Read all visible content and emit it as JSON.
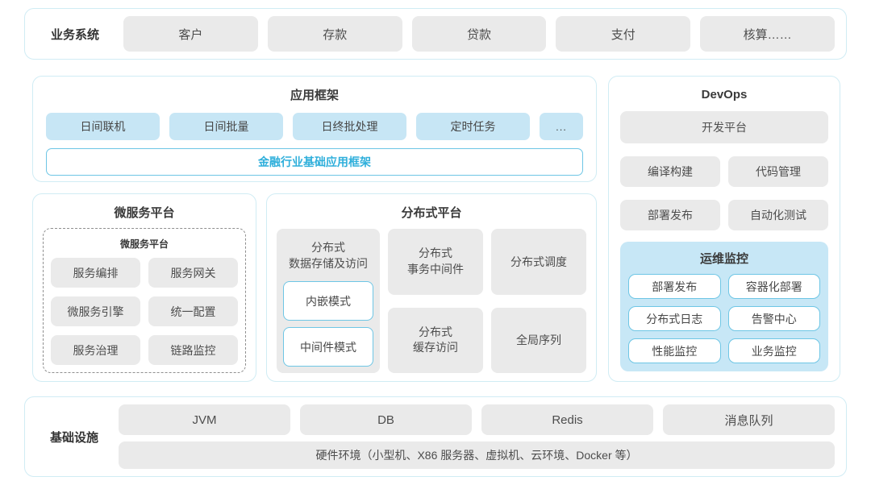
{
  "colors": {
    "section_border": "#d0ecf4",
    "box_gray": "#eaeaea",
    "box_blue": "#c7e6f5",
    "panel_blue": "#c7e7f6",
    "outline_blue": "#6ec6e5",
    "accent_text": "#2fafdb",
    "text_dark": "#3a3a3a",
    "text_item": "#4d4d4d"
  },
  "business_systems": {
    "label": "业务系统",
    "items": [
      "客户",
      "存款",
      "贷款",
      "支付",
      "核算……"
    ]
  },
  "app_framework": {
    "title": "应用框架",
    "modules": [
      "日间联机",
      "日间批量",
      "日终批处理",
      "定时任务",
      "..."
    ],
    "base": "金融行业基础应用框架"
  },
  "microservice": {
    "title": "微服务平台",
    "inner_title": "微服务平台",
    "items": [
      "服务编排",
      "服务网关",
      "微服务引擎",
      "统一配置",
      "服务治理",
      "链路监控"
    ]
  },
  "distributed": {
    "title": "分布式平台",
    "storage": {
      "label": "分布式\n数据存储及访问",
      "modes": [
        "内嵌模式",
        "中间件模式"
      ]
    },
    "cells": [
      "分布式\n事务中间件",
      "分布式调度",
      "分布式\n缓存访问",
      "全局序列"
    ]
  },
  "devops": {
    "title": "DevOps",
    "platform": "开发平台",
    "tools": [
      "编译构建",
      "代码管理",
      "部署发布",
      "自动化测试"
    ],
    "monitoring": {
      "title": "运维监控",
      "items": [
        "部署发布",
        "容器化部署",
        "分布式日志",
        "告警中心",
        "性能监控",
        "业务监控"
      ]
    }
  },
  "infrastructure": {
    "label": "基础设施",
    "items": [
      "JVM",
      "DB",
      "Redis",
      "消息队列"
    ],
    "hardware": "硬件环境（小型机、X86 服务器、虚拟机、云环境、Docker 等）"
  }
}
